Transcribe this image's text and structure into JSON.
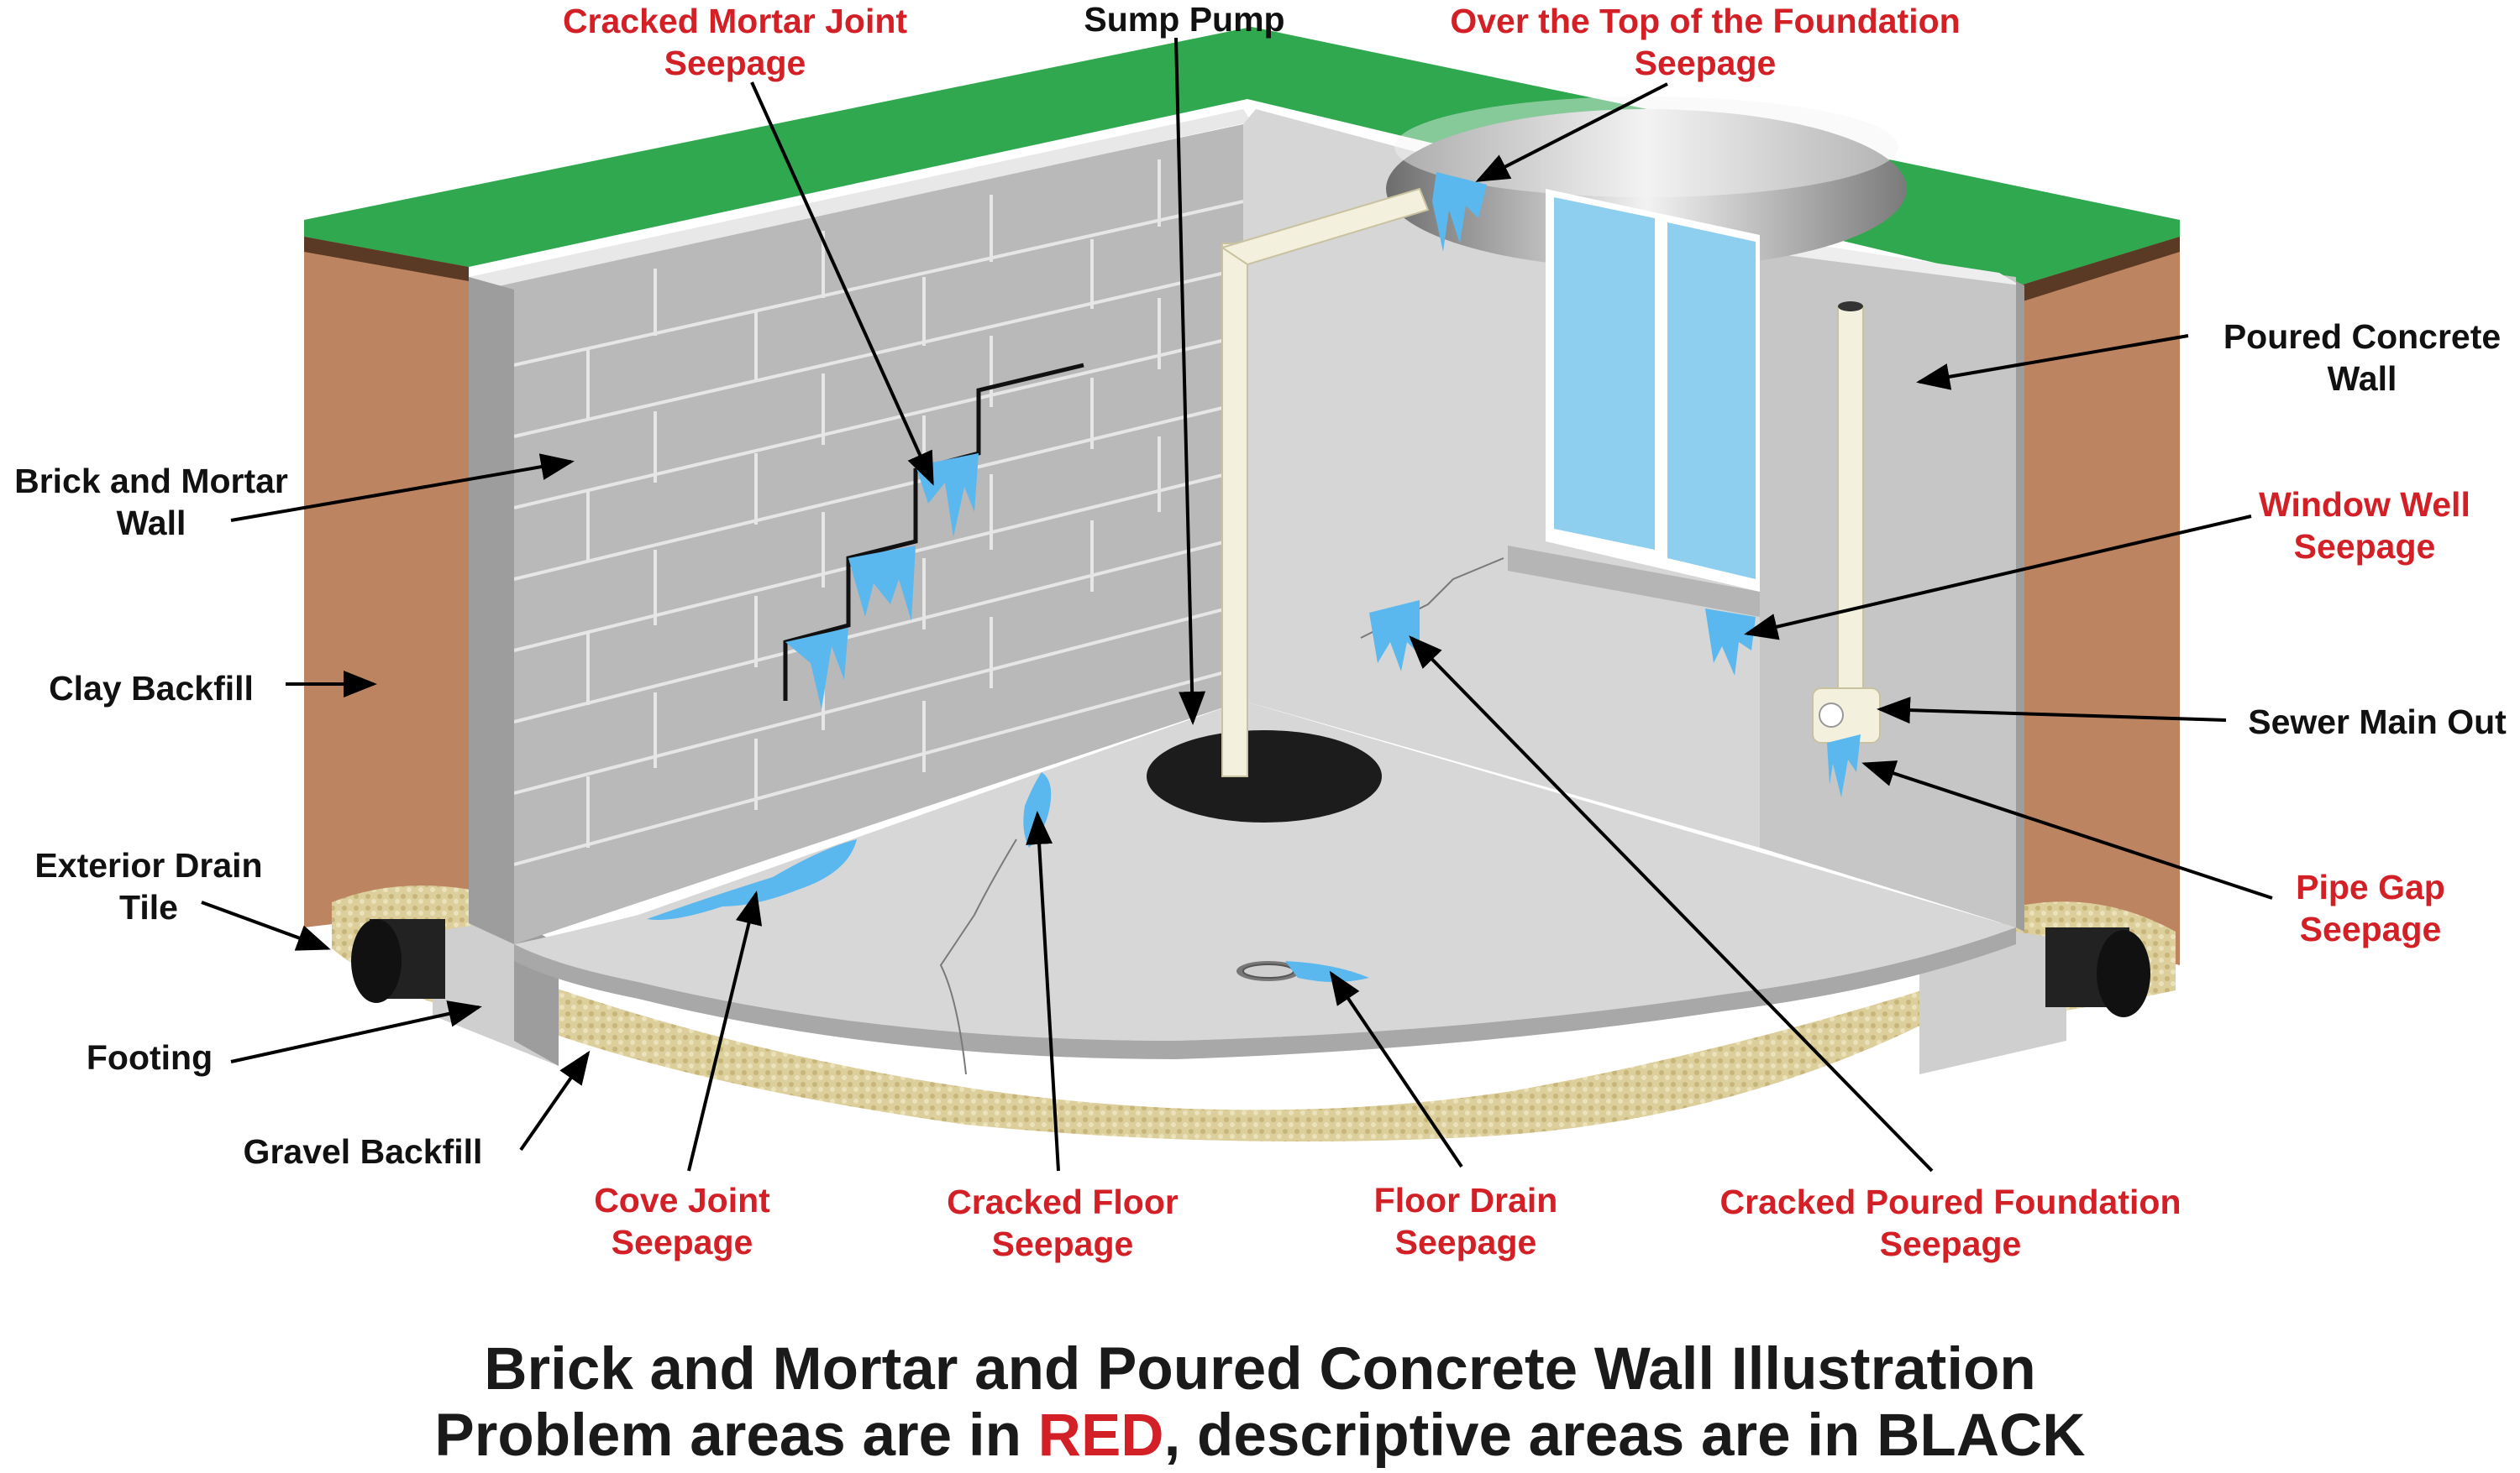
{
  "colors": {
    "problem": "#d32027",
    "descriptive": "#111111",
    "grass": "#2fa84f",
    "clay": "#bd8461",
    "gravel": "#d9cc9a",
    "concrete_wall": "#c6c6c6",
    "brick": "#b9b9b9",
    "floor": "#d7d7d7",
    "water": "#5ab8ee",
    "pipe": "#f4f0de",
    "window_glass": "#8ecff0"
  },
  "labels": {
    "cracked_mortar": [
      "Cracked Mortar Joint",
      "Seepage"
    ],
    "sump_pump": [
      "Sump Pump"
    ],
    "over_top": [
      "Over the Top of the Foundation",
      "Seepage"
    ],
    "brick_wall": [
      "Brick and Mortar",
      "Wall"
    ],
    "poured_wall": [
      "Poured Concrete",
      "Wall"
    ],
    "window_well": [
      "Window Well",
      "Seepage"
    ],
    "clay_backfill": [
      "Clay Backfill"
    ],
    "sewer_main": [
      "Sewer Main Out"
    ],
    "exterior_drain": [
      "Exterior Drain",
      "Tile"
    ],
    "pipe_gap": [
      "Pipe Gap",
      "Seepage"
    ],
    "footing": [
      "Footing"
    ],
    "gravel_backfill": [
      "Gravel Backfill"
    ],
    "cove_joint": [
      "Cove Joint",
      "Seepage"
    ],
    "cracked_floor": [
      "Cracked Floor",
      "Seepage"
    ],
    "floor_drain": [
      "Floor Drain",
      "Seepage"
    ],
    "cracked_poured": [
      "Cracked Poured Foundation",
      "Seepage"
    ]
  },
  "caption": {
    "line1": "Brick and Mortar and Poured Concrete Wall Illustration",
    "line2_prefix": "Problem areas are in ",
    "line2_red": "RED",
    "line2_suffix": ", descriptive areas are in BLACK"
  }
}
